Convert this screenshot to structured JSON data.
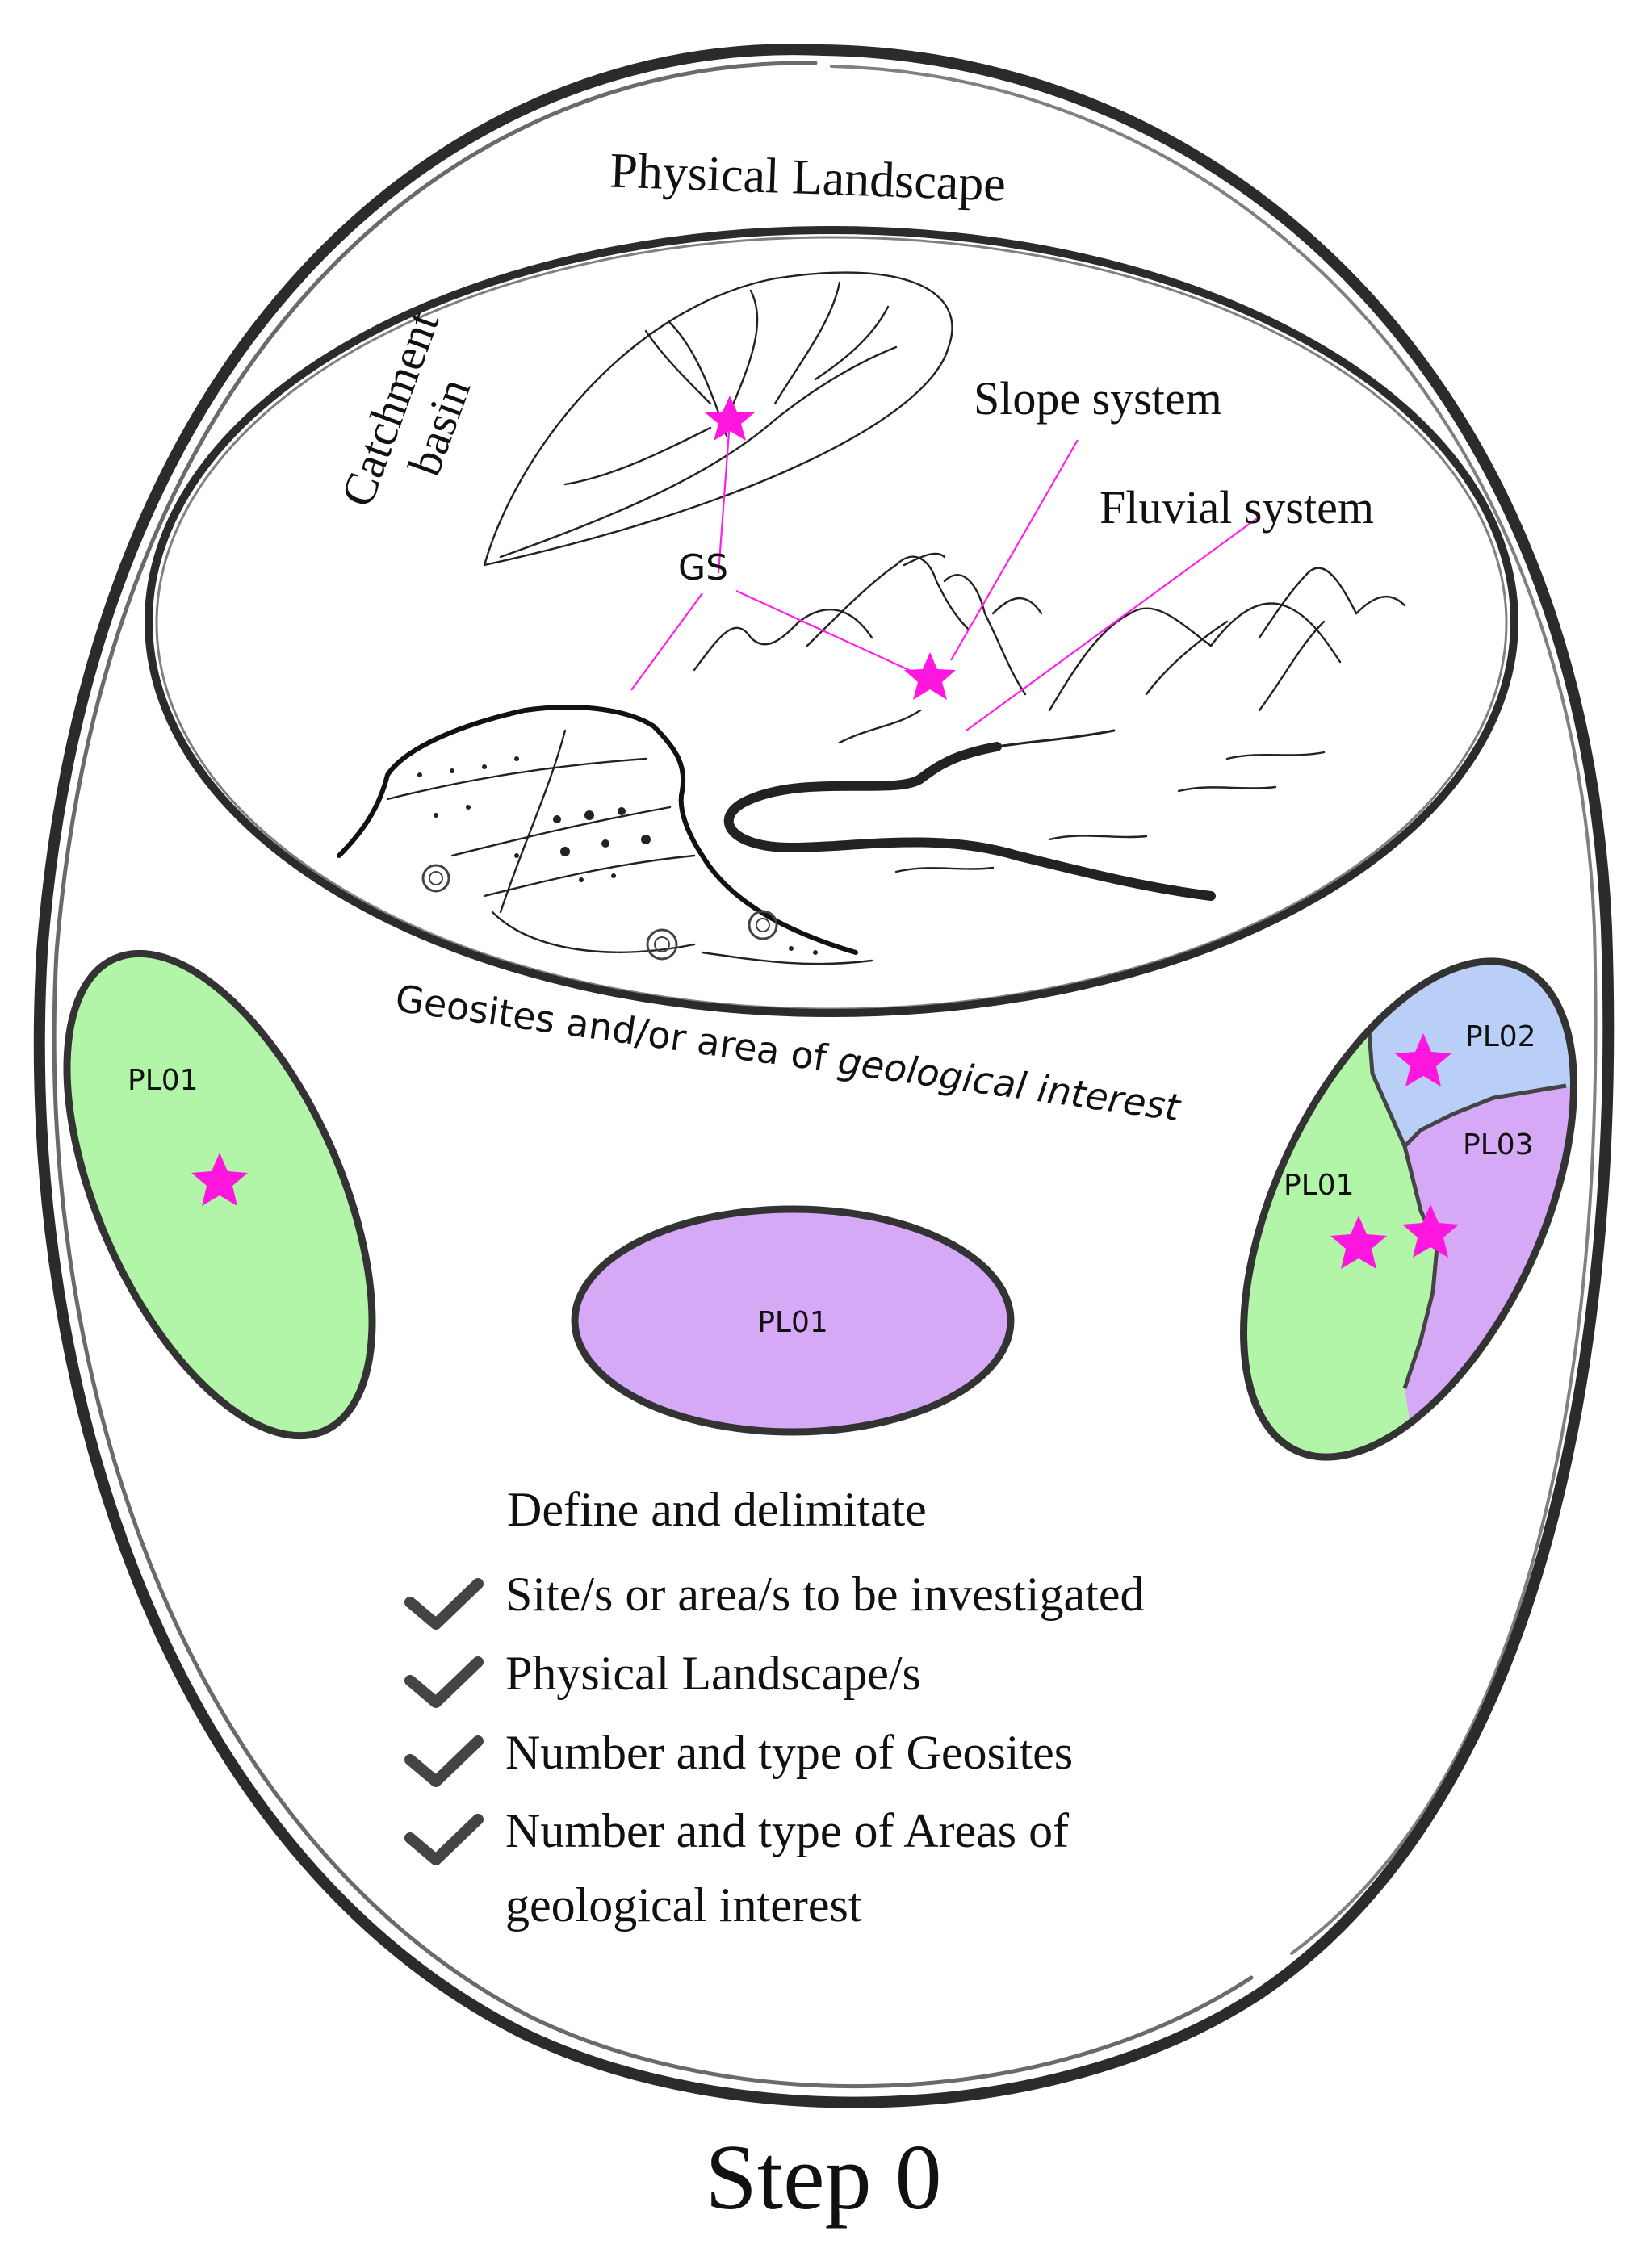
{
  "title": "Physical Landscape",
  "inner_labels": {
    "catchment": [
      "Catchment",
      "basin"
    ],
    "slope": "Slope system",
    "fluvial": "Fluvial system",
    "gs": "GS"
  },
  "subtitle": {
    "normal": "Geosites and/or area of ",
    "italic": "geological interest"
  },
  "areas": {
    "left": "PL01",
    "center": "PL01",
    "right": [
      "PL01",
      "PL02",
      "PL03"
    ]
  },
  "colors": {
    "green": "#b3f5a8",
    "purple": "#d6a9f7",
    "blue": "#b9cff8",
    "star": "#ff17e0",
    "outline": "#333333"
  },
  "checklist": {
    "heading": "Define and delimitate",
    "items": [
      [
        "Site/s or area/s to be investigated"
      ],
      [
        "Physical Landscape/s"
      ],
      [
        "Number and type of Geosites"
      ],
      [
        "Number and type of Areas of",
        "geological interest"
      ]
    ]
  },
  "step": "Step 0"
}
